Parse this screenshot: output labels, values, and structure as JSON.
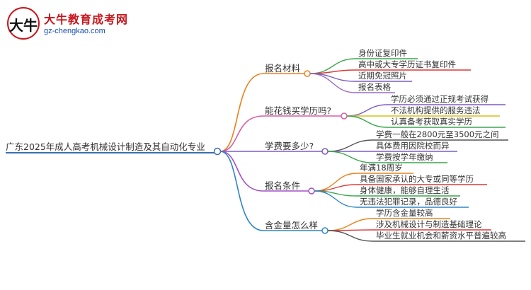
{
  "logo": {
    "badge_text": "大牛",
    "title": "大牛教育成考网",
    "url": "gz-chengkao.com"
  },
  "colors": {
    "root": "#3a6fb0",
    "branch_materials": "#e8821e",
    "branch_buy": "#d85ca4",
    "branch_fees": "#7b5cc4",
    "branch_conditions": "#a34fc8",
    "branch_value": "#2f86c6"
  },
  "root": {
    "label": "广东2025年成人高考机械设计制造及其自动化专业"
  },
  "branches": [
    {
      "label": "报名材料",
      "leaves": [
        "身份证复印件",
        "高中或大专学历证书复印件",
        "近期免冠照片",
        "报名表格"
      ]
    },
    {
      "label": "能花钱买学历吗?",
      "leaves": [
        "学历必须通过正规考试获得",
        "不法机构提供的服务违法",
        "认真备考获取真实学历"
      ]
    },
    {
      "label": "学费要多少?",
      "leaves": [
        "学费一般在2800元至3500元之间",
        "具体费用因院校而异",
        "学费按学年缴纳"
      ]
    },
    {
      "label": "报名条件",
      "leaves": [
        "年满18周岁",
        "具备国家承认的大专或同等学历",
        "身体健康，能够自理生活",
        "无违法犯罪记录，品德良好"
      ]
    },
    {
      "label": "含金量怎么样",
      "leaves": [
        "学历含金量较高",
        "涉及机械设计与制造基础理论",
        "毕业生就业机会和薪资水平普遍较高"
      ]
    }
  ]
}
